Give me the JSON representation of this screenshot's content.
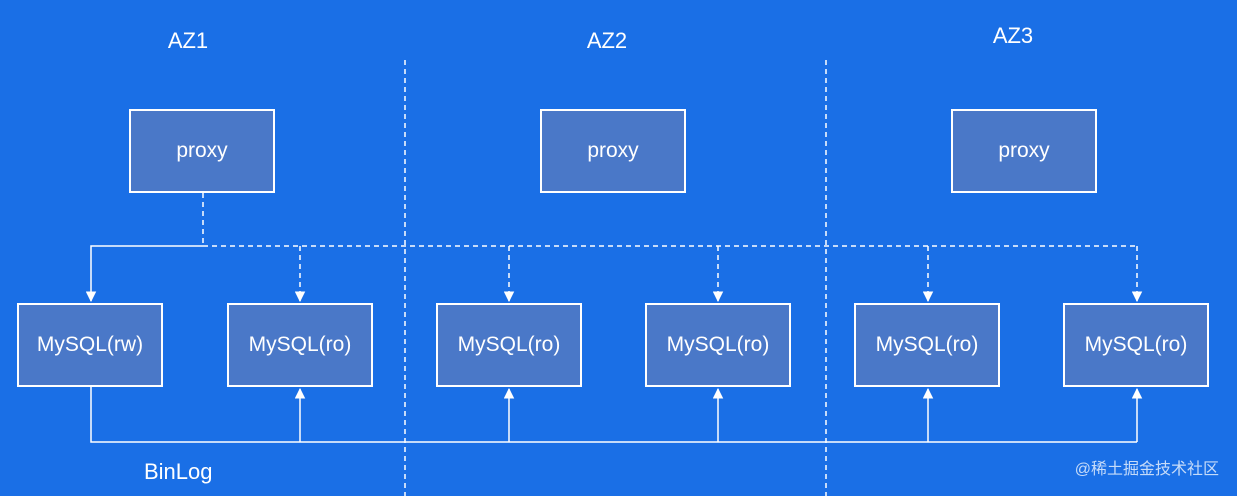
{
  "zones": [
    {
      "label": "AZ1"
    },
    {
      "label": "AZ2"
    },
    {
      "label": "AZ3"
    }
  ],
  "proxies": [
    {
      "label": "proxy"
    },
    {
      "label": "proxy"
    },
    {
      "label": "proxy"
    }
  ],
  "mysql_nodes": [
    {
      "label": "MySQL(rw)",
      "role": "rw"
    },
    {
      "label": "MySQL(ro)",
      "role": "ro"
    },
    {
      "label": "MySQL(ro)",
      "role": "ro"
    },
    {
      "label": "MySQL(ro)",
      "role": "ro"
    },
    {
      "label": "MySQL(ro)",
      "role": "ro"
    },
    {
      "label": "MySQL(ro)",
      "role": "ro"
    }
  ],
  "replication_label": "BinLog",
  "watermark": "@稀土掘金技术社区",
  "colors": {
    "background": "#1a6fe6",
    "box_fill": "#4a78c8",
    "line": "#ffffff"
  }
}
